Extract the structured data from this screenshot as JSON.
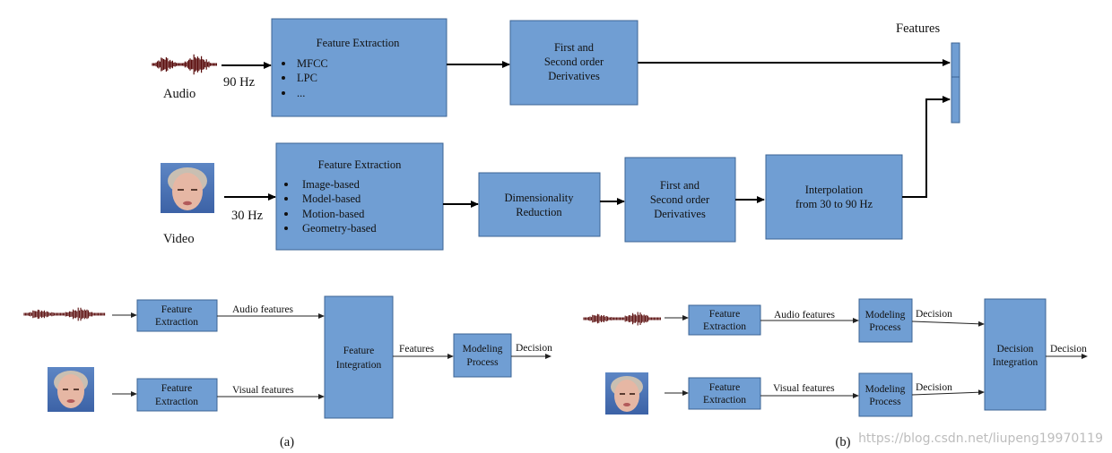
{
  "top": {
    "audio_label": "Audio",
    "audio_rate": "90 Hz",
    "video_label": "Video",
    "video_rate": "30 Hz",
    "features_label": "Features",
    "audio_fe": {
      "title": "Feature Extraction",
      "items": [
        "MFCC",
        "LPC",
        "..."
      ]
    },
    "audio_deriv": [
      "First and",
      "Second order",
      "Derivatives"
    ],
    "video_fe": {
      "title": "Feature Extraction",
      "items": [
        "Image-based",
        "Model-based",
        "Motion-based",
        "Geometry-based"
      ]
    },
    "dim_red": [
      "Dimensionality",
      "Reduction"
    ],
    "video_deriv": [
      "First and",
      "Second  order",
      "Derivatives"
    ],
    "interp": [
      "Interpolation",
      "from 30 to 90 Hz"
    ]
  },
  "panel_a": {
    "fe_audio": [
      "Feature",
      "Extraction"
    ],
    "fe_video": [
      "Feature",
      "Extraction"
    ],
    "audio_features": "Audio features",
    "visual_features": "Visual features",
    "integration": [
      "Feature",
      "Integration"
    ],
    "features": "Features",
    "modeling": [
      "Modeling",
      "Process"
    ],
    "decision": "Decision",
    "caption": "(a)"
  },
  "panel_b": {
    "fe_audio": [
      "Feature",
      "Extraction"
    ],
    "fe_video": [
      "Feature",
      "Extraction"
    ],
    "audio_features": "Audio features",
    "visual_features": "Visual features",
    "modeling_audio": [
      "Modeling",
      "Process"
    ],
    "modeling_video": [
      "Modeling",
      "Process"
    ],
    "decision_audio": "Decision",
    "decision_video": "Decision",
    "integration": [
      "Decision",
      "Integration"
    ],
    "decision_out": "Decision",
    "caption": "(b)"
  },
  "watermark": "https://blog.csdn.net/liupeng19970119"
}
